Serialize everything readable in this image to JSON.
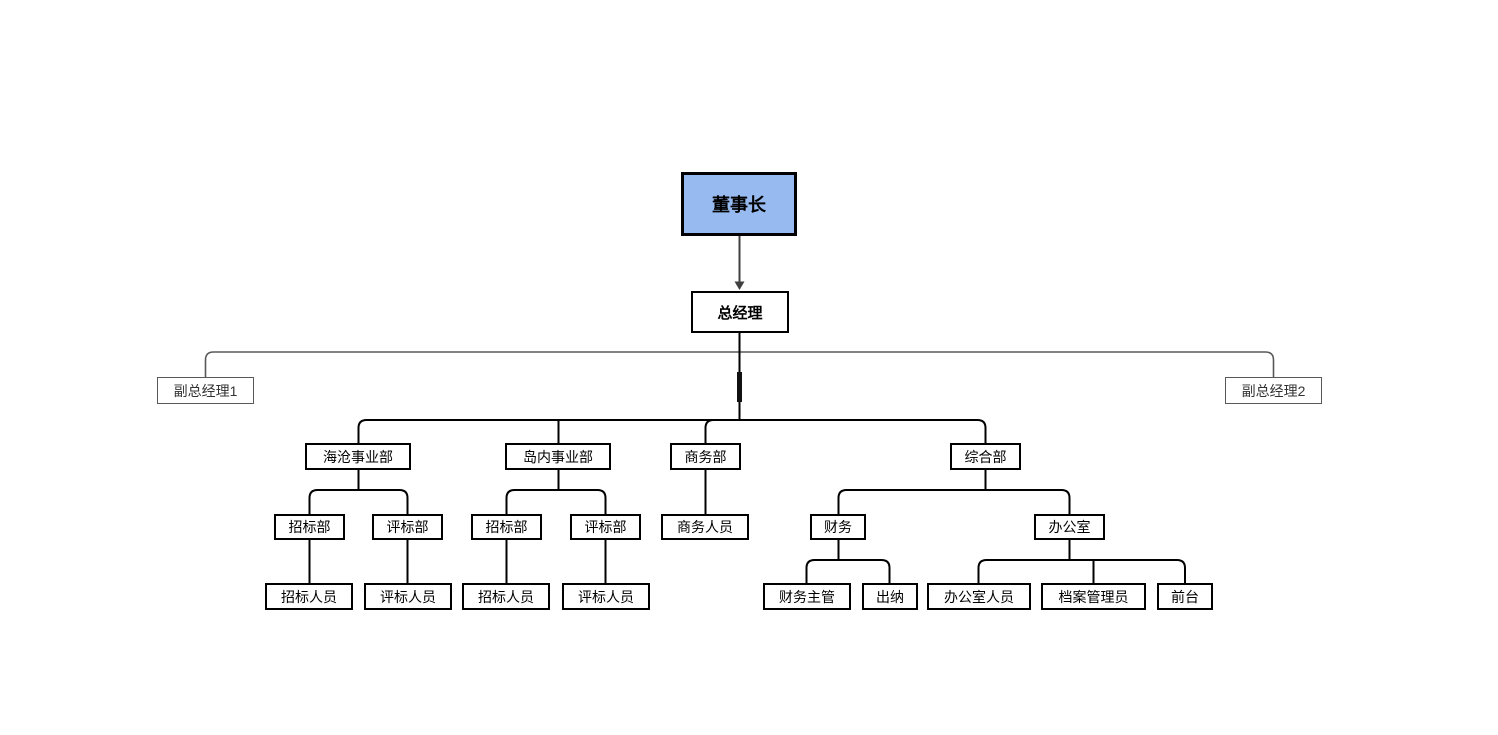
{
  "diagram_type": "org-chart",
  "colors": {
    "chairman_fill": "#97BBF0",
    "box_border": "#000000",
    "muted_border": "#595959",
    "connector": "#000000",
    "muted_connector": "#595959",
    "arrow": "#404040",
    "background": "#ffffff"
  },
  "nodes": {
    "chairman": {
      "label": "董事长"
    },
    "general_manager": {
      "label": "总经理"
    },
    "deputy_gm_1": {
      "label": "副总经理1"
    },
    "deputy_gm_2": {
      "label": "副总经理2"
    },
    "haicang_division": {
      "label": "海沧事业部"
    },
    "daonei_division": {
      "label": "岛内事业部"
    },
    "business_dept": {
      "label": "商务部"
    },
    "general_dept": {
      "label": "综合部"
    },
    "bidding_dept_1": {
      "label": "招标部"
    },
    "evaluation_dept_1": {
      "label": "评标部"
    },
    "bidding_dept_2": {
      "label": "招标部"
    },
    "evaluation_dept_2": {
      "label": "评标部"
    },
    "business_staff": {
      "label": "商务人员"
    },
    "finance": {
      "label": "财务"
    },
    "office": {
      "label": "办公室"
    },
    "bidding_staff_1": {
      "label": "招标人员"
    },
    "evaluation_staff_1": {
      "label": "评标人员"
    },
    "bidding_staff_2": {
      "label": "招标人员"
    },
    "evaluation_staff_2": {
      "label": "评标人员"
    },
    "finance_supervisor": {
      "label": "财务主管"
    },
    "cashier": {
      "label": "出纳"
    },
    "office_staff": {
      "label": "办公室人员"
    },
    "archives_manager": {
      "label": "档案管理员"
    },
    "front_desk": {
      "label": "前台"
    }
  },
  "org_tree": {
    "label": "董事长",
    "children": [
      {
        "label": "总经理",
        "children": [
          {
            "label": "副总经理1",
            "children": []
          },
          {
            "label": "副总经理2",
            "children": []
          },
          {
            "label": "海沧事业部",
            "children": [
              {
                "label": "招标部",
                "children": [
                  {
                    "label": "招标人员"
                  }
                ]
              },
              {
                "label": "评标部",
                "children": [
                  {
                    "label": "评标人员"
                  }
                ]
              }
            ]
          },
          {
            "label": "岛内事业部",
            "children": [
              {
                "label": "招标部",
                "children": [
                  {
                    "label": "招标人员"
                  }
                ]
              },
              {
                "label": "评标部",
                "children": [
                  {
                    "label": "评标人员"
                  }
                ]
              }
            ]
          },
          {
            "label": "商务部",
            "children": [
              {
                "label": "商务人员"
              }
            ]
          },
          {
            "label": "综合部",
            "children": [
              {
                "label": "财务",
                "children": [
                  {
                    "label": "财务主管"
                  },
                  {
                    "label": "出纳"
                  }
                ]
              },
              {
                "label": "办公室",
                "children": [
                  {
                    "label": "办公室人员"
                  },
                  {
                    "label": "档案管理员"
                  },
                  {
                    "label": "前台"
                  }
                ]
              }
            ]
          }
        ]
      }
    ]
  }
}
